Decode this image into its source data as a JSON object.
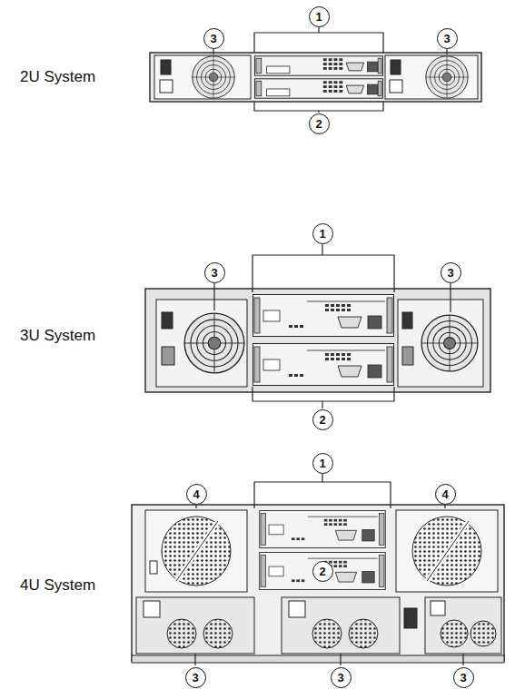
{
  "diagram": {
    "nodes": [
      {
        "text": [
          "3"
        ]
      },
      {
        "text": [
          "1"
        ]
      },
      {
        "text": [
          "3"
        ]
      },
      {
        "text": [
          "2"
        ]
      },
      {
        "text": [
          "3"
        ]
      },
      {
        "text": [
          "1"
        ]
      },
      {
        "text": [
          "3"
        ]
      },
      {
        "text": [
          "2"
        ]
      },
      {
        "text": [
          "4"
        ]
      },
      {
        "text": [
          "1"
        ]
      },
      {
        "text": [
          "4"
        ]
      },
      {
        "text": [
          "2"
        ]
      },
      {
        "text": [
          "3"
        ]
      },
      {
        "text": [
          "3"
        ]
      },
      {
        "text": [
          "3"
        ]
      }
    ],
    "labels": [
      "2U System",
      "3U System",
      "4U System"
    ]
  }
}
